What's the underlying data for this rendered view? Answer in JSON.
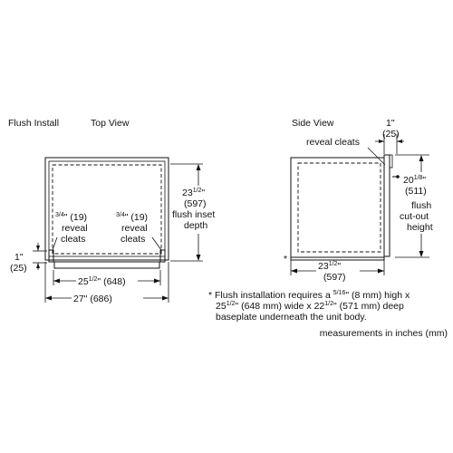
{
  "labels": {
    "flush_install": "Flush Install",
    "top_view": "Top View",
    "side_view": "Side View",
    "reveal_cleats": "reveal cleats"
  },
  "top_view": {
    "depth_whole": "23",
    "depth_fraction": "1/2",
    "depth_mm": "(597)",
    "depth_caption_1": "flush inset",
    "depth_caption_2": "depth",
    "cleat_left": {
      "fraction": "3/4",
      "value": "\" (19)",
      "line1": "reveal",
      "line2": "cleats"
    },
    "cleat_right": {
      "fraction": "3/4",
      "value": "\" (19)",
      "line1": "reveal",
      "line2": "cleats"
    },
    "offset_in": "1\"",
    "offset_mm": "(25)",
    "inner_width_whole": "25",
    "inner_width_fraction": "1/2",
    "inner_width_rest": "\" (648)",
    "outer_width": "27\" (686)"
  },
  "side_view": {
    "top_gap_in": "1\"",
    "top_gap_mm": "(25)",
    "height_whole": "20",
    "height_fraction": "1/8",
    "height_unit": "\"",
    "height_mm": "(511)",
    "height_caption_1": "flush",
    "height_caption_2": "cut-out",
    "height_caption_3": "height",
    "depth_whole": "23",
    "depth_fraction": "1/2",
    "depth_unit": "\"",
    "depth_mm": "(597)",
    "asterisk": "*"
  },
  "note": {
    "line1_a": "* Flush installation requires a ",
    "line1_fraction": "5/16",
    "line1_b": "\" (8 mm) high x",
    "line2_a": "25",
    "line2_fraction": "1/2",
    "line2_b": "\" (648 mm) wide x 22",
    "line2_fraction2": "1/2",
    "line2_c": "\" (571 mm) deep",
    "line3": "baseplate underneath the unit body."
  },
  "footer": "measurements in inches (mm)"
}
